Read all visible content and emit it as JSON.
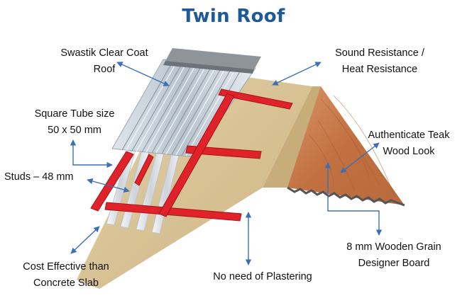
{
  "title": "Twin Roof",
  "colors": {
    "title": "#1f5a98",
    "arrow": "#3c6fb4",
    "tube": "#e0222a",
    "board": "#d9c49a",
    "teak": "#c77a45",
    "sheet": "#c9d2db"
  },
  "labels": {
    "clear_coat": [
      "Swastik Clear Coat",
      "Roof"
    ],
    "sound": [
      "Sound Resistance /",
      "Heat Resistance"
    ],
    "square_tube": [
      "Square Tube size",
      "50 x 50 mm"
    ],
    "teak": [
      "Authenticate Teak",
      "Wood Look"
    ],
    "studs": "Studs – 48 mm",
    "wooden_grain": [
      "8 mm Wooden Grain",
      "Designer Board"
    ],
    "cost": [
      "Cost Effective than",
      "Concrete Slab"
    ],
    "plastering": "No need of Plastering"
  }
}
